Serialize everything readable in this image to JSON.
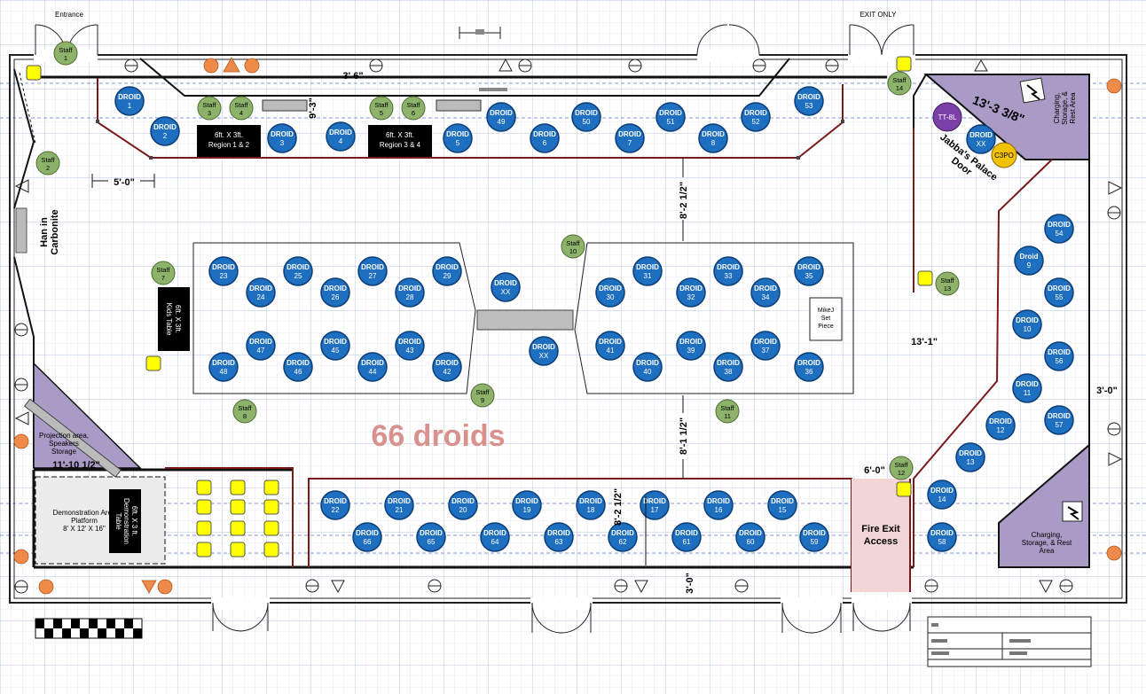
{
  "colors": {
    "droid_fill": "#1f6fc0",
    "droid_stroke": "#0b3d78",
    "staff_fill": "#8db36a",
    "staff_stroke": "#4d6b33",
    "wall": "#111111",
    "rope": "#7a1a1a",
    "lavender": "#a99bc6",
    "fire_zone": "#f2d5d5",
    "seat": "#ffff00",
    "grid_line": "#c6d2e6",
    "total_text": "#d9918d",
    "orange": "#ee8a4a",
    "tt8l": "#7b3fa8",
    "c3po": "#f2c200"
  },
  "labels": {
    "entrance": "Entrance",
    "exit_only": "EXIT ONLY",
    "total": "66 droids",
    "han": [
      "Han in",
      "Carbonite"
    ],
    "jabba": [
      "Jabba's Palace",
      "Door"
    ],
    "fire_exit": [
      "Fire Exit",
      "Access"
    ],
    "mikej": [
      "MikeJ",
      "Set",
      "Piece"
    ],
    "projection": [
      "Projection area,",
      "Speakers",
      "Storage"
    ],
    "demo_area": [
      "Demonstration Area",
      "Platform",
      "8' X 12' X 16\""
    ],
    "charging_top": [
      "Charging,",
      "Storage, &",
      "Rest Area"
    ],
    "charging_bottom": [
      "Charging,",
      "Storage, & Rest",
      "Area"
    ],
    "tt8l": "TT-8L",
    "c3po": "C3PO",
    "droid_xx": [
      "DROID",
      "XX"
    ],
    "droid_9": [
      "Droid",
      "9"
    ]
  },
  "tables": {
    "region12": [
      "6ft. X 3ft.",
      "Region 1 & 2"
    ],
    "region34": [
      "6ft. X 3ft.",
      "Region 3 & 4"
    ],
    "kids": [
      "6ft. X 3ft.",
      "Kids Table"
    ],
    "demo": [
      "6ft. X 3 ft.",
      "Demonstration",
      "Table"
    ]
  },
  "dimensions": {
    "d_3_6": "3' 6\"",
    "d_9_3": "9'-3\"",
    "d_5_0": "5'-0\"",
    "d_8_2h": "8'-2 1/2\"",
    "d_8_1h": "8'-1 1/2\"",
    "d_13_3": "13'-3 3/8\"",
    "d_13_1": "13'-1\"",
    "d_3_0r": "3'-0\"",
    "d_11_10": "11'-10 1/2\"",
    "d_6_0": "6'-0\"",
    "d_8_2b": "8'-2 1/2\"",
    "d_3_0b": "3'-0\""
  },
  "droids": [
    "1",
    "2",
    "3",
    "4",
    "5",
    "49",
    "6",
    "50",
    "7",
    "51",
    "8",
    "52",
    "53",
    "23",
    "25",
    "27",
    "29",
    "24",
    "26",
    "28",
    "47",
    "45",
    "43",
    "48",
    "46",
    "44",
    "42",
    "31",
    "33",
    "35",
    "30",
    "32",
    "34",
    "41",
    "39",
    "37",
    "40",
    "38",
    "36",
    "54",
    "55",
    "10",
    "56",
    "11",
    "57",
    "12",
    "13",
    "14",
    "58",
    "22",
    "21",
    "20",
    "19",
    "18",
    "17",
    "16",
    "15",
    "66",
    "65",
    "64",
    "63",
    "62",
    "61",
    "60",
    "59"
  ],
  "staff": [
    "1",
    "2",
    "3",
    "4",
    "5",
    "6",
    "7",
    "8",
    "9",
    "10",
    "11",
    "12",
    "13",
    "14"
  ]
}
